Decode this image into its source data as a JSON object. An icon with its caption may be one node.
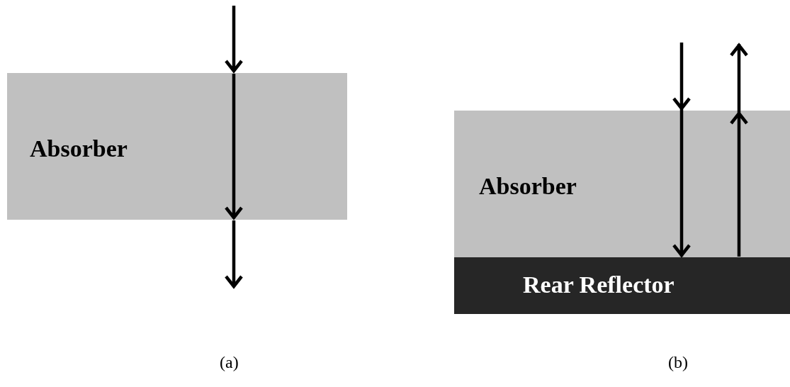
{
  "diagram": {
    "nodes": [
      {
        "text": [
          "Absorber"
        ]
      },
      {
        "text": [
          "Absorber"
        ]
      },
      {
        "text": [
          "Rear Reflector"
        ]
      }
    ],
    "edges": [
      {
        "from": null,
        "to": 2,
        "arrow": "to"
      },
      {
        "from": 2,
        "to": null,
        "arrow": "to"
      }
    ],
    "labels": [
      "(a)",
      "(b)"
    ]
  }
}
